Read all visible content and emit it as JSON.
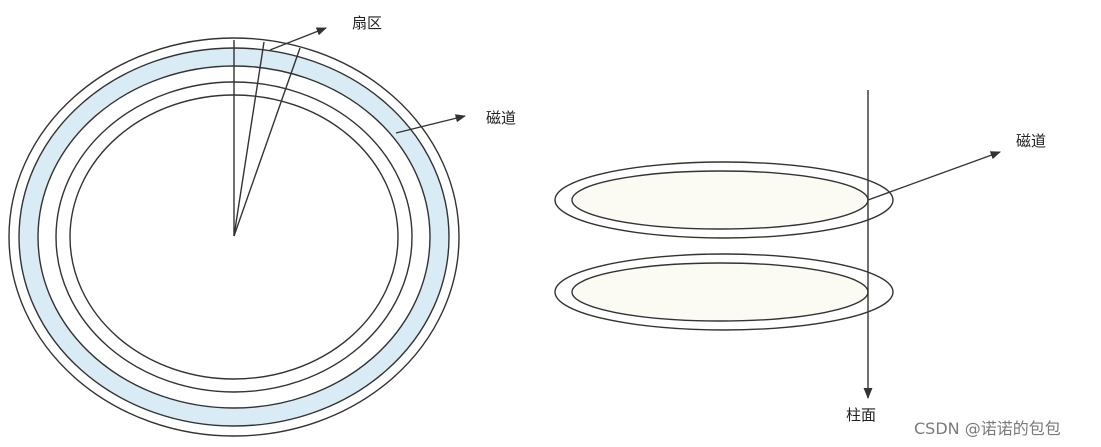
{
  "colors": {
    "line": "#333333",
    "track_fill": "#d9ecf5",
    "platter_fill": "#fbfbf4",
    "watermark": "#7a7a7a"
  },
  "left_diagram": {
    "sector_label": "扇区",
    "track_label": "磁道"
  },
  "right_diagram": {
    "track_label": "磁道",
    "cylinder_label": "柱面"
  },
  "watermark": "CSDN @诺诺的包包"
}
